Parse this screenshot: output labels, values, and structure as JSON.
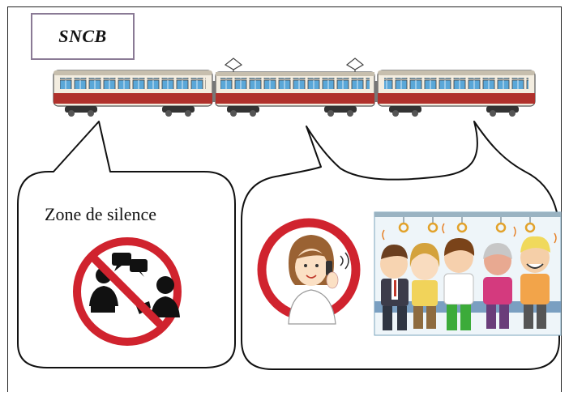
{
  "brand": {
    "name": "SNCB"
  },
  "silence_zone": {
    "label": "Zone de silence",
    "icon": "no-talking-icon"
  },
  "noisy_zone": {
    "icons": [
      "no-phone-icon",
      "chatting-passengers-illustration"
    ]
  },
  "colors": {
    "train_body": "#f3ede0",
    "train_stripe": "#b0312c",
    "prohibition_red": "#d0232e",
    "window_blue": "#5aa7d8",
    "outline": "#111111"
  }
}
